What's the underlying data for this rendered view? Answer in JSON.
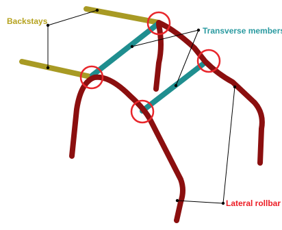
{
  "labels": {
    "backstays": "Backstays",
    "transverse": "Transverse members",
    "rollbar": "Lateral rollbar"
  },
  "colors": {
    "backstays": "#b5a21e",
    "transverse": "#2a9aa0",
    "rollbar": "#ec1c24",
    "rollbar_tube": "#8b0f0f",
    "transverse_tube": "#1f8e8f",
    "backstay_tube": "#a89a24",
    "joint_circle": "#e8262b",
    "leader_line": "#000000"
  }
}
